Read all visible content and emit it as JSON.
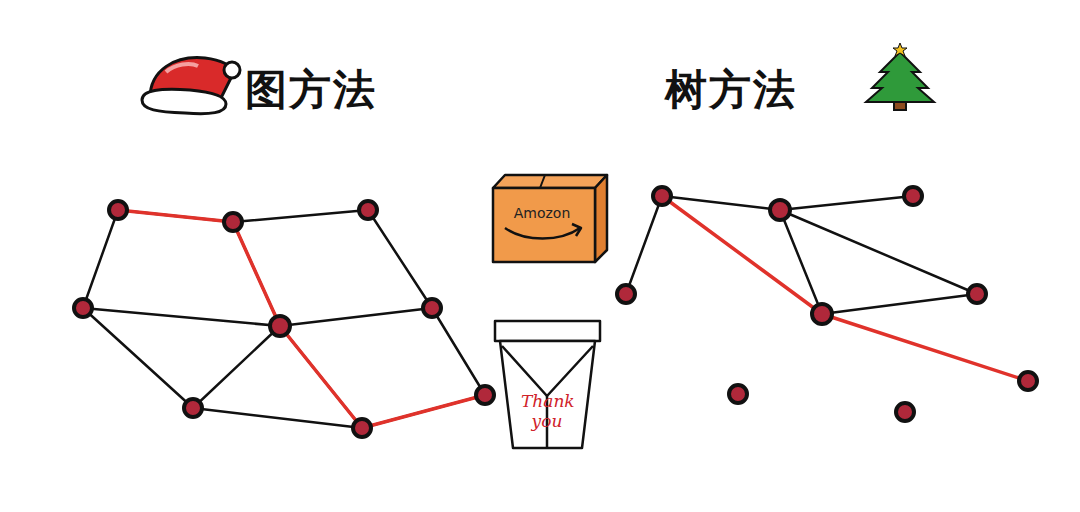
{
  "diagram": {
    "labels": [
      "图方法",
      "树方法",
      "Amozon",
      "Thank you"
    ]
  }
}
